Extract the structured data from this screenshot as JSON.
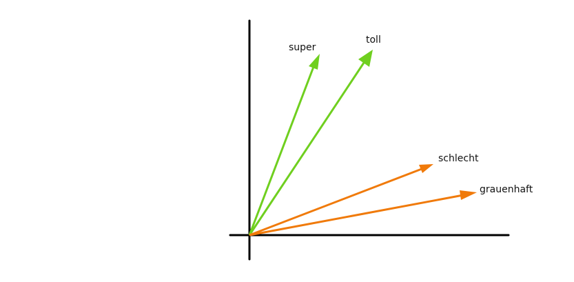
{
  "diagram": {
    "axes": {
      "color": "#000000"
    },
    "vectors": [
      {
        "label": "super",
        "group": "positive",
        "color": "#6fcf1f"
      },
      {
        "label": "toll",
        "group": "positive",
        "color": "#6fcf1f"
      },
      {
        "label": "schlecht",
        "group": "negative",
        "color": "#f07a0a"
      },
      {
        "label": "grauenhaft",
        "group": "negative",
        "color": "#f07a0a"
      }
    ]
  }
}
